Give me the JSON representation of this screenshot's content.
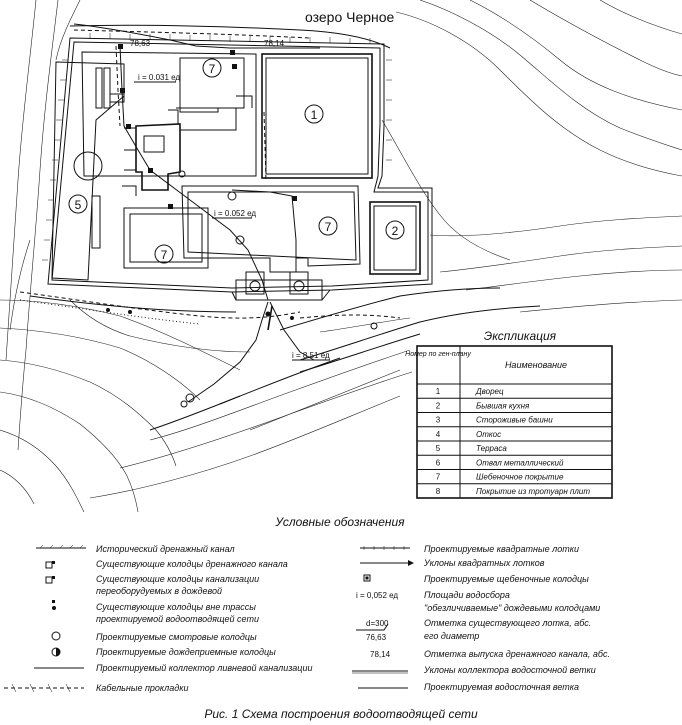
{
  "plan": {
    "lake_name": "озеро Черное",
    "zones": [
      "1",
      "2",
      "5",
      "7",
      "7",
      "7"
    ],
    "slopes": [
      "i = 0.031 ед",
      "i = 0.052 ед",
      "i = 8.51 ед"
    ],
    "marks": [
      "78,63",
      "78,14"
    ]
  },
  "explication": {
    "title": "Экспликация",
    "headers": [
      "Номер по ген-плану",
      "Наименование"
    ],
    "rows": [
      {
        "num": "1",
        "name": "Дворец"
      },
      {
        "num": "2",
        "name": "Бывшая кухня"
      },
      {
        "num": "3",
        "name": "Стороживые башни"
      },
      {
        "num": "4",
        "name": "Откос"
      },
      {
        "num": "5",
        "name": "Терраса"
      },
      {
        "num": "6",
        "name": "Отвал металлический"
      },
      {
        "num": "7",
        "name": "Шебеночное покрытие"
      },
      {
        "num": "8",
        "name": "Покрытие из тротуарн плит"
      }
    ]
  },
  "legend": {
    "title": "Условные обозначения",
    "left": [
      "Исторический дренажный канал",
      "Существующие колодцы дренажного канала",
      "Существующие колодцы канализации",
      "переоборудуемых в дождевой",
      "Существующие колодцы вне трассы",
      "проектируемой водоотводящей сети",
      "Проектируемые смотровые колодцы",
      "Проектируемые дождеприемные колодцы",
      "Проектируемый коллектор ливневой канализации",
      "Кабельные прокладки"
    ],
    "right": [
      "Проектируемые квадратные лотки",
      "Уклоны квадратных лотков",
      "Проектируемые щебеночные колодцы",
      "Площади водосбора",
      "\"обезличиваемые\" дождевыми колодцами",
      "Отметка существующего лотка, абс.",
      "его диаметр",
      "Отметка выпуска дренажного канала, абс.",
      "Уклоны коллектора водосточной ветки",
      "Проектируемая водосточная ветка"
    ],
    "symbols": {
      "slope": "i = 0,052 ед",
      "level": "78,14",
      "pipe_top": "d=300",
      "pipe_bottom": "76,63"
    }
  },
  "caption": "Рис. 1 Схема построения водоотводящей сети"
}
